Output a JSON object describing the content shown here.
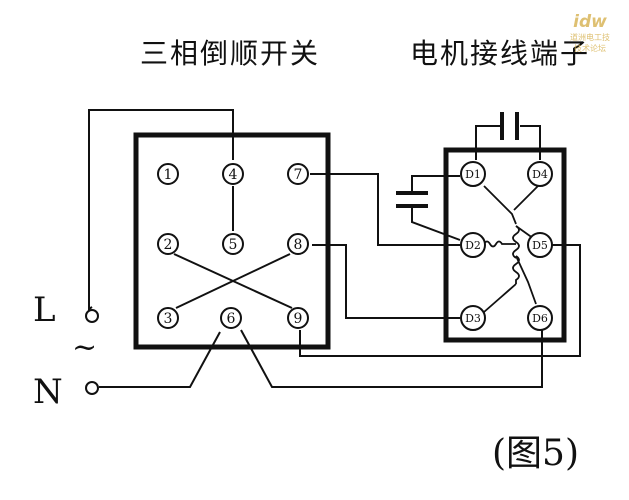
{
  "titles": {
    "switch": "三相倒顺开关",
    "terminal": "电机接线端子"
  },
  "switch_terminals": [
    "1",
    "4",
    "7",
    "2",
    "5",
    "8",
    "3",
    "6",
    "9"
  ],
  "motor_terminals": [
    "D1",
    "D4",
    "D2",
    "D5",
    "D3",
    "D6"
  ],
  "supply": {
    "l": "L",
    "n": "N",
    "ac_symbol": "~"
  },
  "caption": "(图5)",
  "watermark": {
    "logo": "idw",
    "line1": "道洲电工技",
    "line2": "技术论坛"
  }
}
